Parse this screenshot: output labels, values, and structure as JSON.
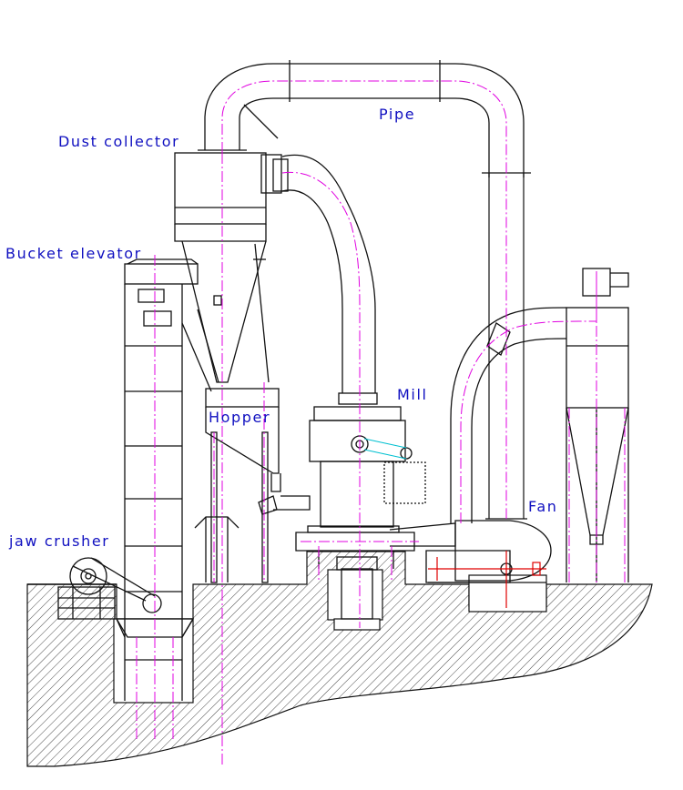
{
  "labels": {
    "pipe": "Pipe",
    "dust_collector": "Dust collector",
    "bucket_elevator": "Bucket elevator",
    "mill": "Mill",
    "hopper": "Hopper",
    "fan": "Fan",
    "jaw_crusher": "jaw crusher"
  },
  "colors": {
    "label_text": "#1010c0",
    "outline": "#111111",
    "centerline": "#e000e0",
    "hatch": "#222222",
    "fan_detail": "#e00000",
    "belt": "#00c0d0"
  }
}
